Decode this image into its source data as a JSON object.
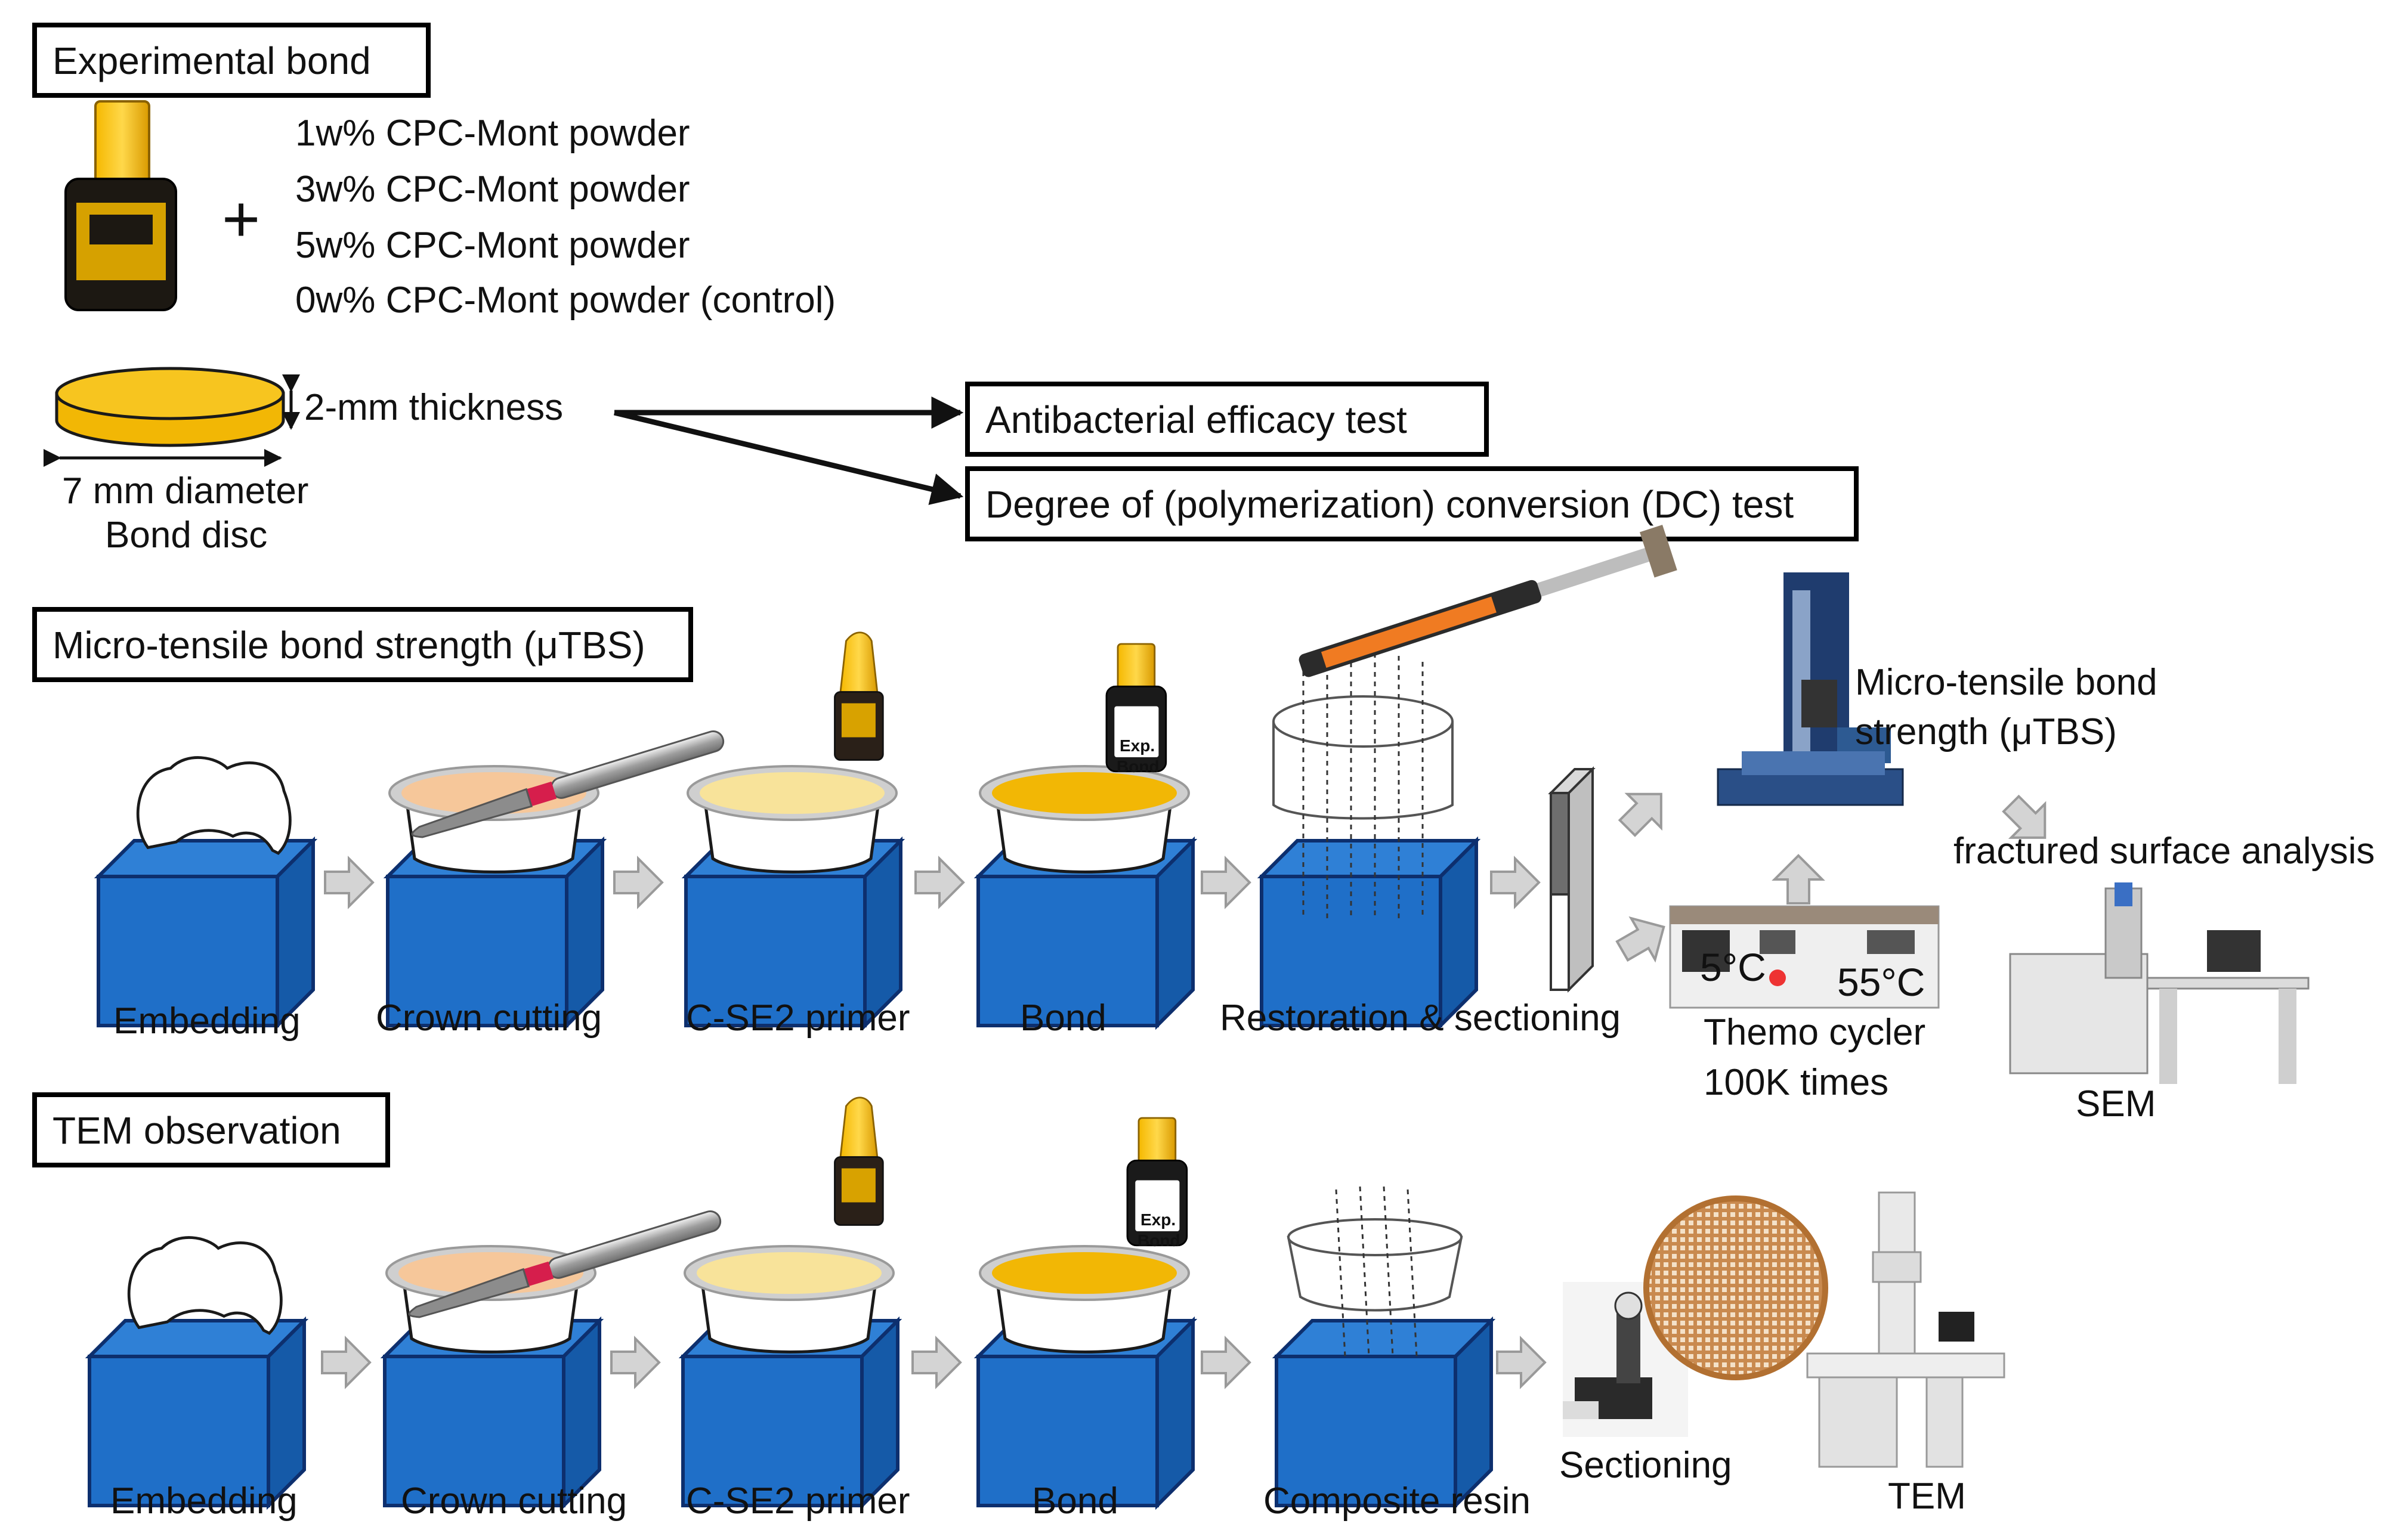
{
  "sections": {
    "experimental_bond": "Experimental bond",
    "micro_tensile": "Micro-tensile bond strength (μTBS)",
    "tem_observation": "TEM observation"
  },
  "powders": [
    "1w% CPC-Mont powder",
    "3w% CPC-Mont powder",
    "5w% CPC-Mont powder",
    "0w% CPC-Mont powder (control)"
  ],
  "plus": "+",
  "disc": {
    "thickness": "2-mm thickness",
    "diameter": "7 mm diameter",
    "name": "Bond disc"
  },
  "tests": {
    "antibacterial": "Antibacterial efficacy test",
    "dc": "Degree of (polymerization) conversion (DC) test"
  },
  "bottle_label": {
    "line1": "Exp.",
    "line2": "Bond"
  },
  "utbs_steps": [
    "Embedding",
    "Crown cutting",
    "C-SE2 primer",
    "Bond",
    "Restoration & sectioning"
  ],
  "tem_steps": [
    "Embedding",
    "Crown cutting",
    "C-SE2 primer",
    "Bond",
    "Composite resin"
  ],
  "thermo": {
    "temp_low": "5°C",
    "temp_high": "55°C",
    "line1": "Themo cycler",
    "line2": "100K times"
  },
  "tester": {
    "line1": "Micro-tensile bond",
    "line2": "strength (μTBS)"
  },
  "fracture_analysis": "fractured surface analysis",
  "sem": "SEM",
  "sectioning": "Sectioning",
  "tem": "TEM",
  "colors": {
    "block_blue": "#1f6fc8",
    "bond_yellow": "#f2b705",
    "primer_yellow": "#f8e39a",
    "cut_orange": "#f6c79a",
    "arrow_gray": "#d4d4d4"
  }
}
